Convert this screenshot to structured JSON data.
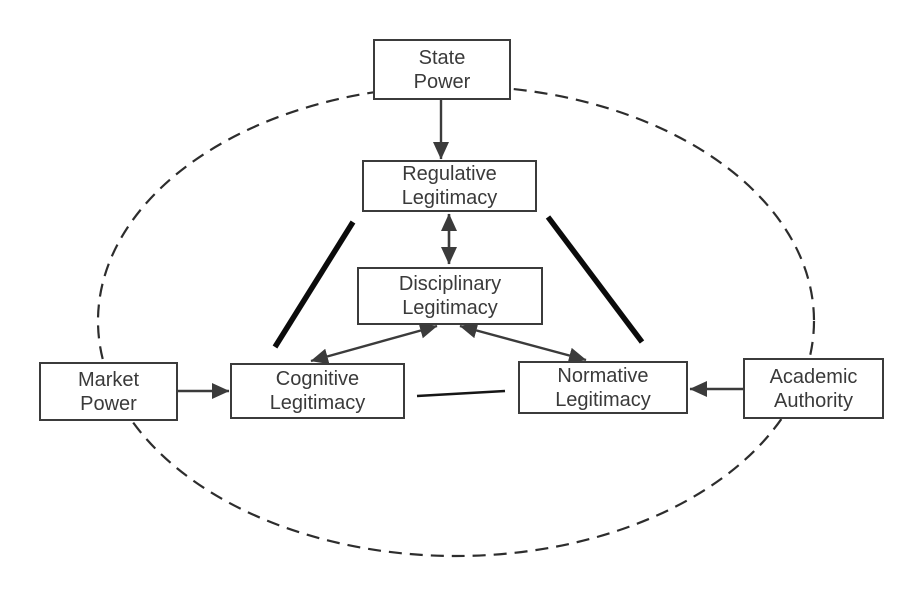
{
  "diagram": {
    "type": "concept-diagram",
    "nodes": {
      "state_power": {
        "label": "State\nPower"
      },
      "regulative_legitimacy": {
        "label": "Regulative\nLegitimacy"
      },
      "disciplinary_legitimacy": {
        "label": "Disciplinary\nLegitimacy"
      },
      "cognitive_legitimacy": {
        "label": "Cognitive\nLegitimacy"
      },
      "normative_legitimacy": {
        "label": "Normative\nLegitimacy"
      },
      "market_power": {
        "label": "Market\nPower"
      },
      "academic_authority": {
        "label": "Academic\nAuthority"
      }
    },
    "edges": [
      {
        "from": "state_power",
        "to": "regulative_legitimacy",
        "style": "arrow"
      },
      {
        "from": "regulative_legitimacy",
        "to": "disciplinary_legitimacy",
        "style": "double-arrow"
      },
      {
        "from": "disciplinary_legitimacy",
        "to": "cognitive_legitimacy",
        "style": "double-arrow"
      },
      {
        "from": "disciplinary_legitimacy",
        "to": "normative_legitimacy",
        "style": "double-arrow"
      },
      {
        "from": "market_power",
        "to": "cognitive_legitimacy",
        "style": "arrow"
      },
      {
        "from": "academic_authority",
        "to": "normative_legitimacy",
        "style": "arrow"
      },
      {
        "from": "cognitive_legitimacy",
        "to": "normative_legitimacy",
        "style": "plain-line"
      },
      {
        "from": "regulative_legitimacy",
        "to": "cognitive_legitimacy",
        "style": "thick-line"
      },
      {
        "from": "regulative_legitimacy",
        "to": "normative_legitimacy",
        "style": "thick-line"
      }
    ],
    "boundary": {
      "shape": "dashed-ellipse",
      "nodes_on_boundary": [
        "state_power",
        "market_power",
        "academic_authority"
      ],
      "nodes_inside": [
        "regulative_legitimacy",
        "disciplinary_legitimacy",
        "cognitive_legitimacy",
        "normative_legitimacy"
      ]
    },
    "colors": {
      "background": "#ffffff",
      "node_fill": "#ffffff",
      "node_stroke": "#3b3b3b",
      "text": "#3a3a3a",
      "connector": "#3b3b3b",
      "thick_line": "#0b0b0b",
      "ellipse_stroke": "#2d2d2d"
    }
  }
}
